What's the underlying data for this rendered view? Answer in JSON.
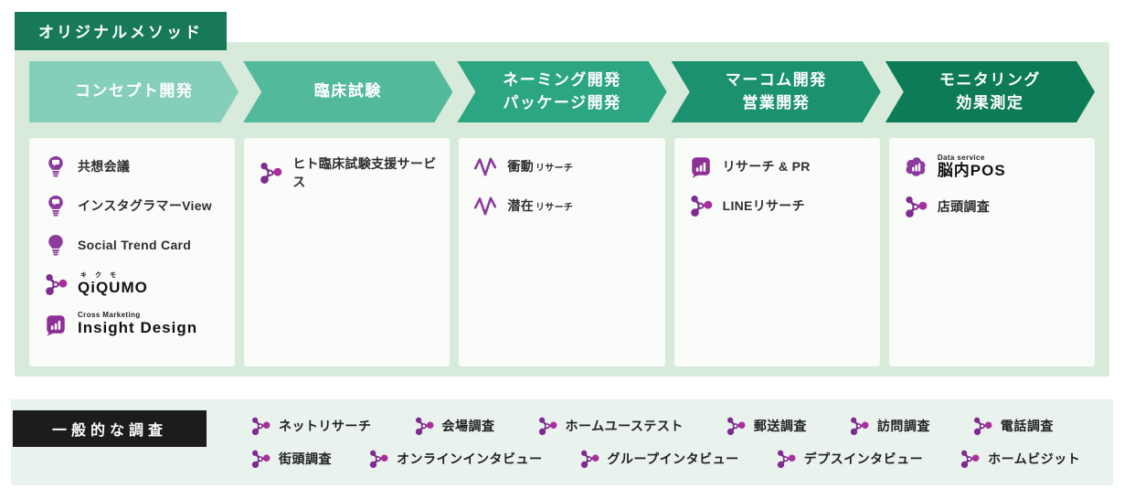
{
  "original_method": {
    "badge": "オリジナルメソッド",
    "stages": [
      {
        "lines": [
          "コンセプト開発"
        ],
        "color": "#85ceba"
      },
      {
        "lines": [
          "臨床試験"
        ],
        "color": "#52b99c"
      },
      {
        "lines": [
          "ネーミング開発",
          "パッケージ開発"
        ],
        "color": "#2ca583"
      },
      {
        "lines": [
          "マーコム開発",
          "営業開発"
        ],
        "color": "#1b9170"
      },
      {
        "lines": [
          "モニタリング",
          "効果測定"
        ],
        "color": "#0d7a58"
      }
    ],
    "columns": [
      {
        "items": [
          {
            "icon": "lightbulb-speech-icon",
            "label": "共想会議"
          },
          {
            "icon": "lightbulb-speech-icon",
            "label": "インスタグラマーView"
          },
          {
            "icon": "lightbulb-icon",
            "label": "Social Trend Card"
          },
          {
            "icon": "molecule-icon",
            "ruby": "キクモ",
            "label": "QiQUMO"
          },
          {
            "icon": "barchart-badge-icon",
            "superlabel": "Cross Marketing",
            "label": "Insight Design"
          }
        ]
      },
      {
        "items": [
          {
            "icon": "molecule-icon",
            "label": "ヒト臨床試験支援サービス"
          }
        ]
      },
      {
        "items": [
          {
            "icon": "pulse-icon",
            "label": "衝動",
            "suffix": "リサーチ"
          },
          {
            "icon": "pulse-icon",
            "label": "潜在",
            "suffix": "リサーチ"
          }
        ]
      },
      {
        "items": [
          {
            "icon": "barchart-badge-icon",
            "label": "リサーチ & PR"
          },
          {
            "icon": "molecule-icon",
            "label": "LINEリサーチ"
          }
        ]
      },
      {
        "items": [
          {
            "icon": "brain-chart-icon",
            "superlabel": "Data service",
            "label": "脳内POS"
          },
          {
            "icon": "molecule-icon",
            "label": "店頭調査"
          }
        ]
      }
    ]
  },
  "general_survey": {
    "badge": "一般的な調査",
    "rows": [
      [
        "ネットリサーチ",
        "会場調査",
        "ホームユーステスト",
        "郵送調査",
        "訪問調査",
        "電話調査"
      ],
      [
        "街頭調査",
        "オンラインインタビュー",
        "グループインタビュー",
        "デプスインタビュー",
        "ホームビジット"
      ]
    ]
  },
  "colors": {
    "panel_bg": "#d8ead9",
    "card_bg": "#f9fcf9",
    "badge_bg": "#17795a",
    "strip_bg": "#e9f2ec",
    "strip_badge_bg": "#1c1c1c",
    "icon_purple": "#8c3a9e",
    "icon_magenta": "#aa2f9c"
  }
}
